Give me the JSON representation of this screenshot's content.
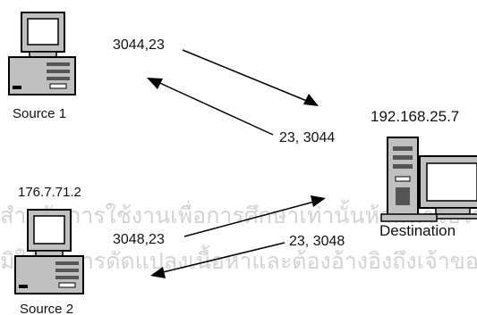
{
  "diagram": {
    "nodes": {
      "source1": {
        "label": "Source 1"
      },
      "source2": {
        "label": "Source 2",
        "ip": "176.7.71.2"
      },
      "destination": {
        "label": "Destination",
        "ip": "192.168.25.7"
      }
    },
    "connections": [
      {
        "from": "Source 1",
        "to": "Destination",
        "ports": "3044,23"
      },
      {
        "from": "Destination",
        "to": "Source 1",
        "ports": "23, 3044"
      },
      {
        "from": "Source 2",
        "to": "Destination",
        "ports": "3048,23"
      },
      {
        "from": "Destination",
        "to": "Source 2",
        "ports": "23, 3048"
      }
    ],
    "watermark": {
      "line1": "สำหรับการใช้งานเพื่อการศึกษาเท่านั้นห้ามนำไปใช้",
      "line2": "มิให้ทำการดัดแปลงเนื้อหาและต้องอ้างอิงถึงเจ้าของเอกสาร"
    }
  }
}
